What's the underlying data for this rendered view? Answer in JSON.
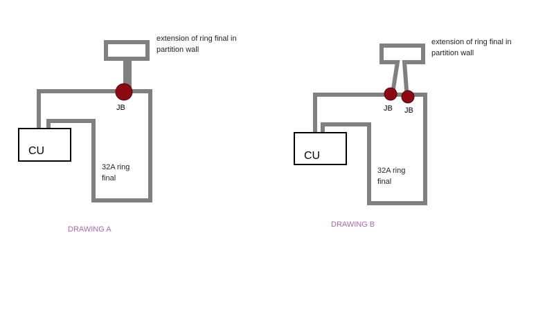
{
  "drawing_a": {
    "caption": "DRAWING A",
    "cu_label": "CU",
    "jb_label": "JB",
    "ring_label_line1": "32A ring",
    "ring_label_line2": "final",
    "extension_line1": "extension of ring final in",
    "extension_line2": "partition wall"
  },
  "drawing_b": {
    "caption": "DRAWING B",
    "cu_label": "CU",
    "jb1_label": "JB",
    "jb2_label": "JB",
    "ring_label_line1": "32A ring",
    "ring_label_line2": "final",
    "extension_line1": "extension of ring final in",
    "extension_line2": "partition wall"
  },
  "colors": {
    "wire": "#808080",
    "junction_box": "#8b0a14",
    "caption": "#b064b8"
  }
}
